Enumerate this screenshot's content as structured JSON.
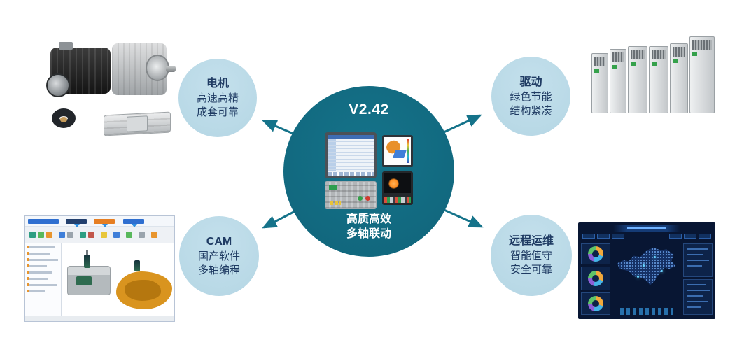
{
  "center": {
    "version": "V2.42",
    "tagline1": "高质高效",
    "tagline2": "多轴联动"
  },
  "nodes": {
    "motor": {
      "title": "电机",
      "line1": "高速高精",
      "line2": "成套可靠"
    },
    "drive": {
      "title": "驱动",
      "line1": "绿色节能",
      "line2": "结构紧凑"
    },
    "cam": {
      "title": "CAM",
      "line1": "国产软件",
      "line2": "多轴编程"
    },
    "remote": {
      "title": "远程运维",
      "line1": "智能值守",
      "line2": "安全可靠"
    }
  },
  "images": {
    "motors": "servo-motor-products-photo",
    "drives": "drive-unit-products-photo",
    "cam": "cam-software-screenshot",
    "dashboard": "remote-ops-dashboard-screenshot",
    "controller": "cnc-controller-photo"
  },
  "colors": {
    "hub": "#15738a",
    "hub_text": "#ffffff",
    "node_fill": "#b4d6e4",
    "node_text": "#1f3b63",
    "arrow": "#15738a"
  }
}
